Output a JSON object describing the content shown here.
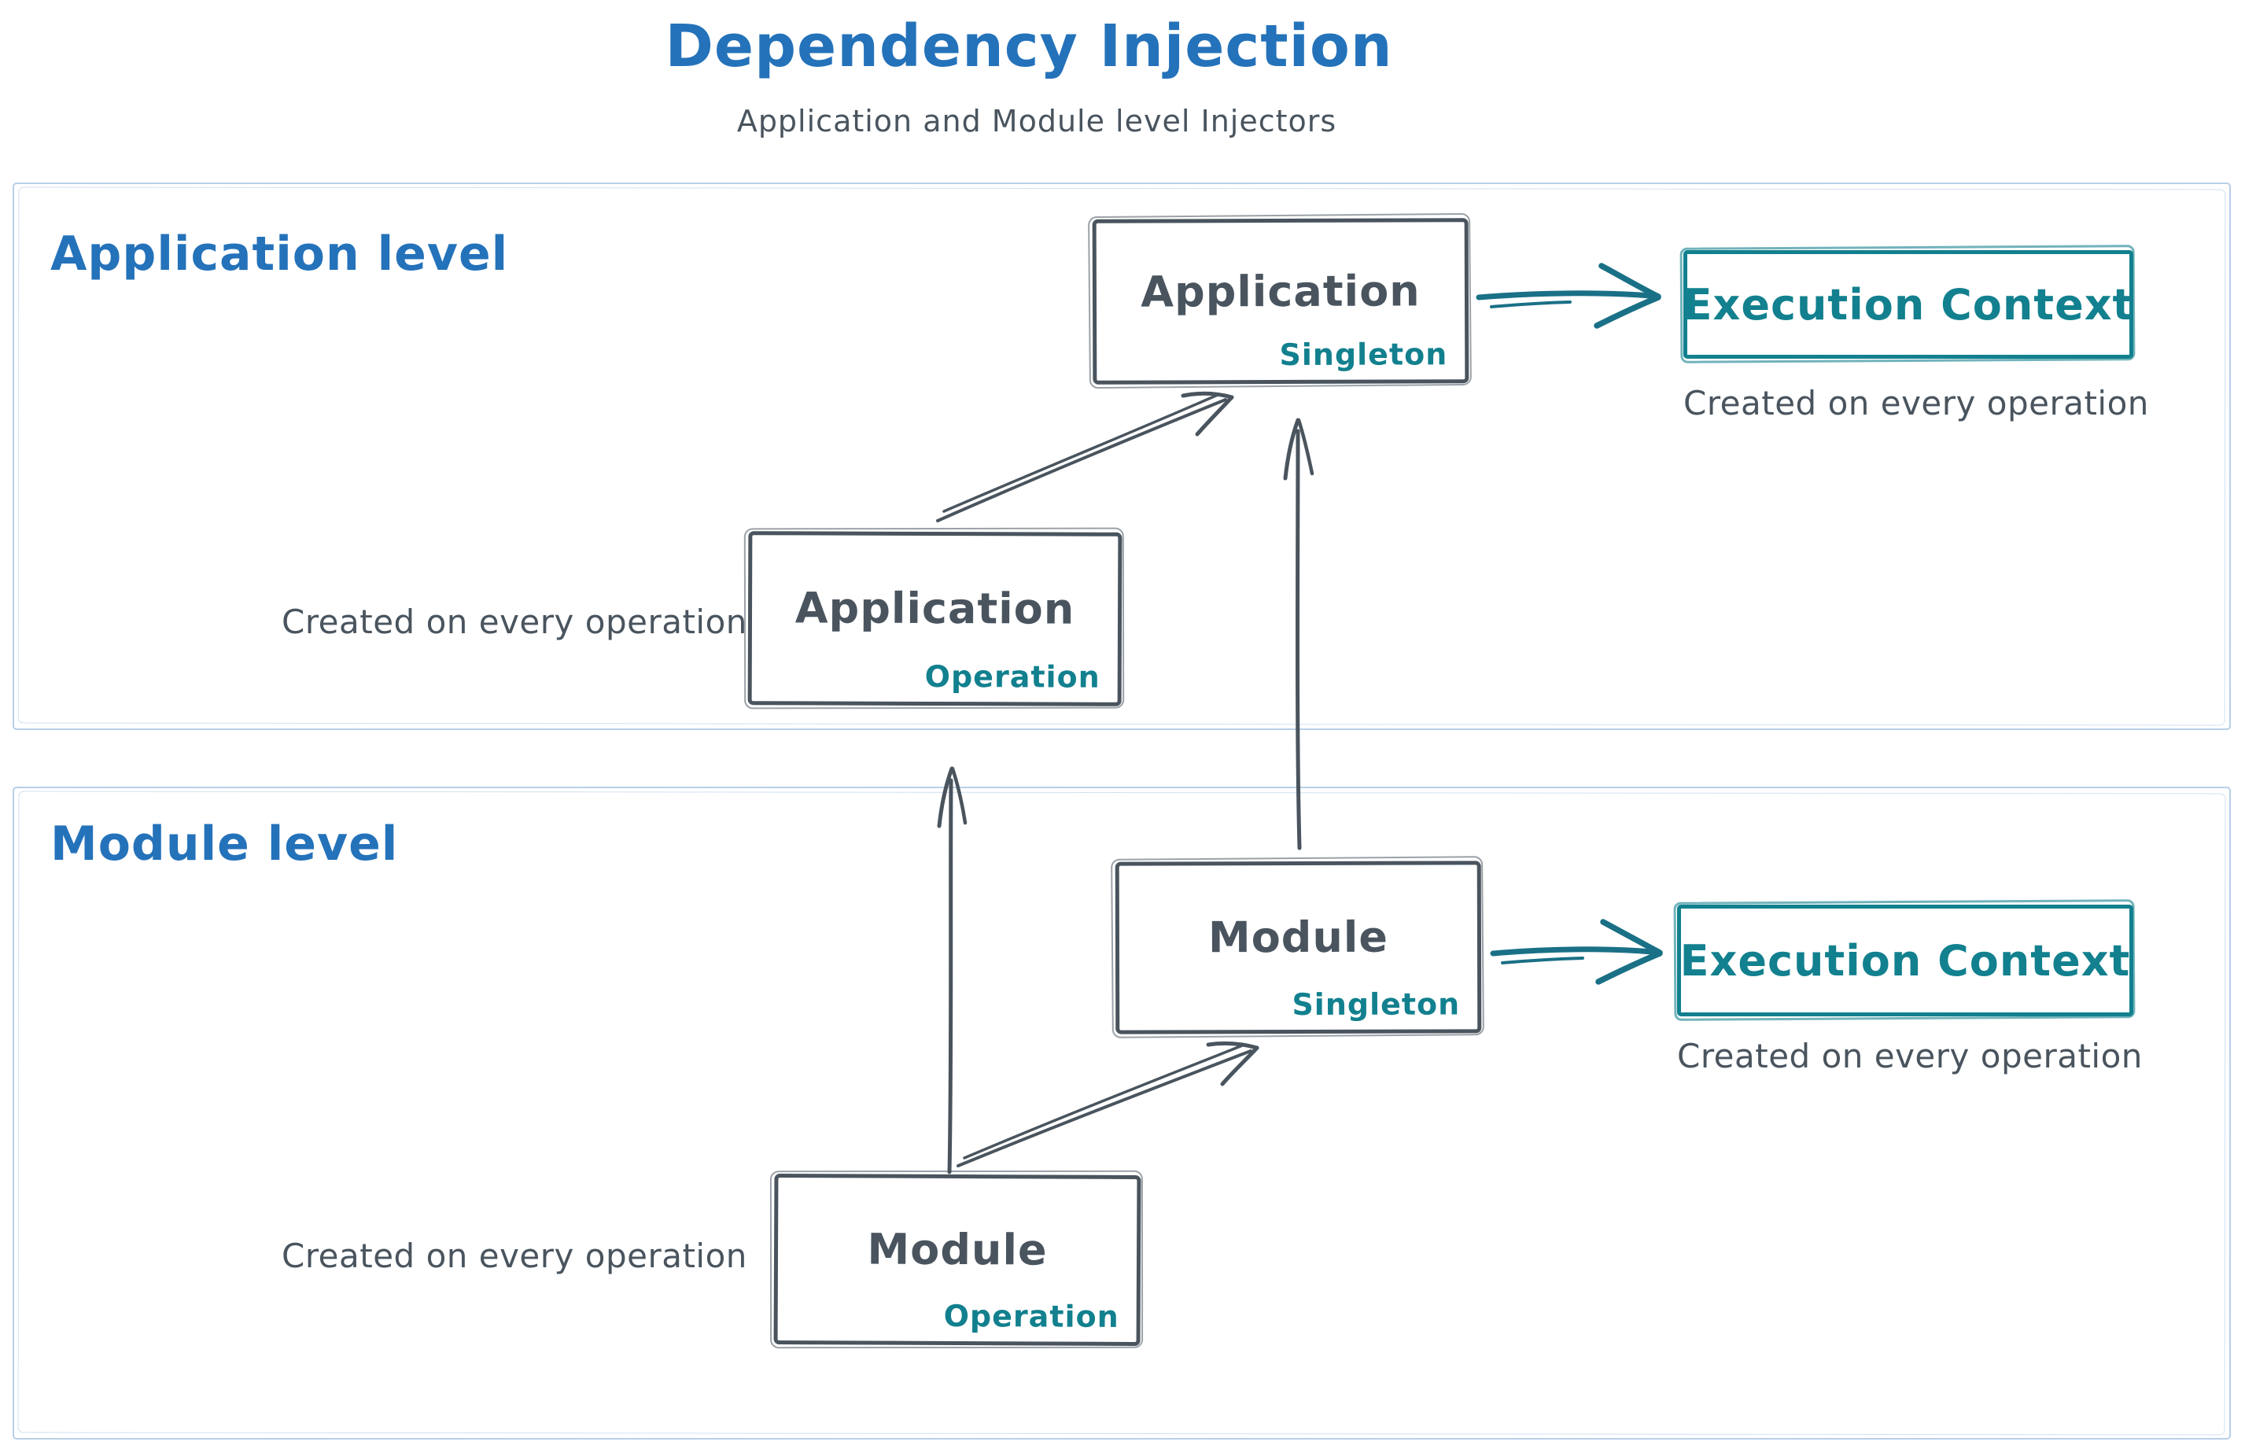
{
  "header": {
    "title": "Dependency Injection",
    "subtitle": "Application and Module level Injectors"
  },
  "palette": {
    "blue": "#2472ba",
    "ink": "#49545e",
    "teal": "#12808e",
    "teal_arrow": "#1a7086",
    "frame": "#b8cfe9",
    "background": "#ffffff"
  },
  "application_level": {
    "label": "Application level",
    "singleton_box": {
      "title": "Application",
      "badge": "Singleton"
    },
    "operation_box": {
      "title": "Application",
      "badge": "Operation"
    },
    "operation_caption": "Created on every operation",
    "execution_context": {
      "title": "Execution Context",
      "caption": "Created on every operation"
    }
  },
  "module_level": {
    "label": "Module level",
    "singleton_box": {
      "title": "Module",
      "badge": "Singleton"
    },
    "operation_box": {
      "title": "Module",
      "badge": "Operation"
    },
    "operation_caption": "Created on every operation",
    "execution_context": {
      "title": "Execution Context",
      "caption": "Created on every operation"
    }
  }
}
